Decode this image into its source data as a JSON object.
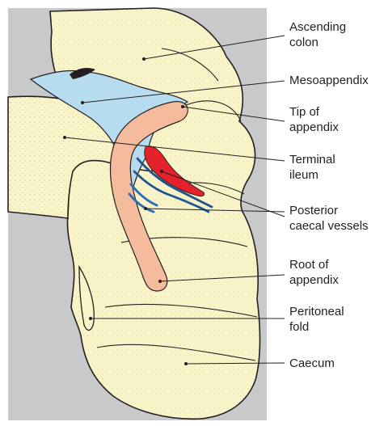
{
  "labels": {
    "ascending_colon": {
      "line1": "Ascending",
      "line2": "colon"
    },
    "mesoappendix": {
      "line1": "Mesoappendix"
    },
    "tip_of_appendix": {
      "line1": "Tip of",
      "line2": "appendix"
    },
    "terminal_ileum": {
      "line1": "Terminal",
      "line2": "ileum"
    },
    "posterior_caecal_vessels": {
      "line1": "Posterior",
      "line2": "caecal vessels"
    },
    "root_of_appendix": {
      "line1": "Root of",
      "line2": "appendix"
    },
    "peritoneal_fold": {
      "line1": "Peritoneal",
      "line2": "fold"
    },
    "caecum": {
      "line1": "Caecum"
    }
  },
  "colors": {
    "background_panel": "#c8c9cb",
    "bowel": "#faf4c9",
    "outline": "#231f20",
    "mesoappendix": "#b8dcef",
    "appendix": "#f4bc9c",
    "artery": "#e3222b",
    "vein": "#2f6db4"
  }
}
